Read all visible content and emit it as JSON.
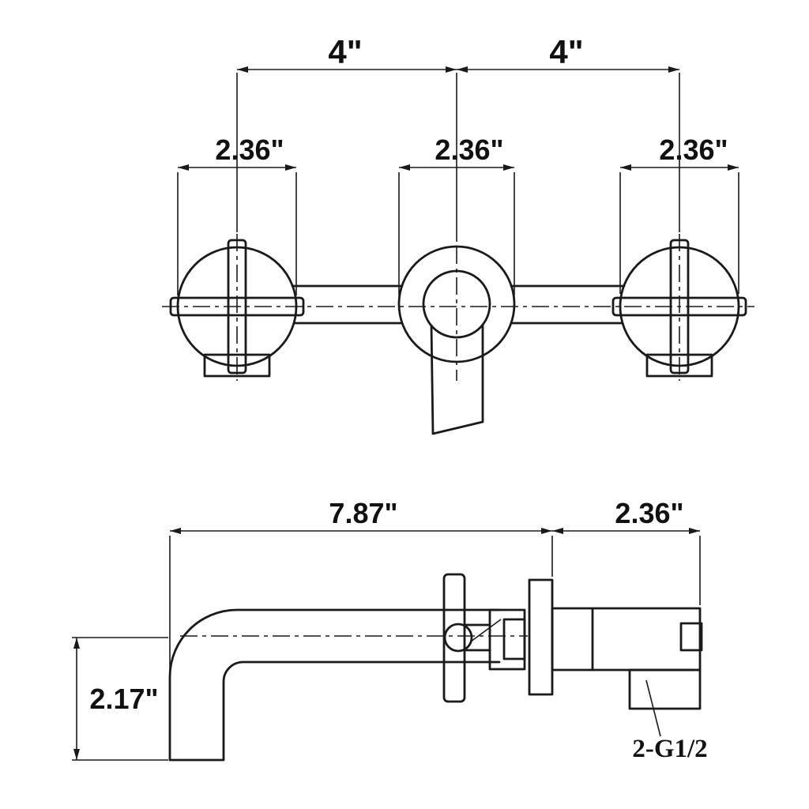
{
  "drawing": {
    "front_view": {
      "spacing_left": "4\"",
      "spacing_right": "4\"",
      "escutcheon_left": "2.36\"",
      "escutcheon_center": "2.36\"",
      "escutcheon_right": "2.36\""
    },
    "side_view": {
      "spout_reach": "7.87\"",
      "body_depth": "2.36\"",
      "spout_drop": "2.17\"",
      "inlet_thread": "2-G1/2"
    }
  }
}
